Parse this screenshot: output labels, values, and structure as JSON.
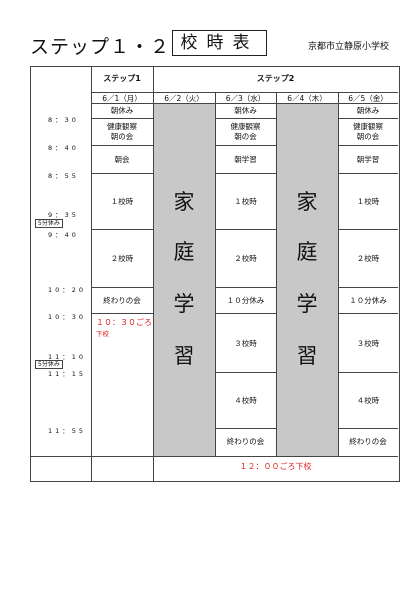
{
  "header": {
    "step_title": "ステップ１・２",
    "doc_title": "校時表",
    "school": "京都市立静原小学校"
  },
  "columns": {
    "step1_label": "ステップ1",
    "step2_label": "ステップ2"
  },
  "dates": [
    "6／1（月）",
    "6／2（火）",
    "6／3（水）",
    "6／4（木）",
    "6／5（金）"
  ],
  "times": [
    "8：30",
    "8：40",
    "8：55",
    "9：35",
    "9：40",
    "10：20",
    "10：30",
    "11：10",
    "11：15",
    "11：55"
  ],
  "breaks": [
    "5分休み",
    "5分休み"
  ],
  "mon": {
    "asa_yasumi": "朝休み",
    "health": "健康観察",
    "asa_no_kai": "朝の会",
    "chorei": "朝会",
    "p1": "１校時",
    "p2": "２校時",
    "end": "終わりの会",
    "dismiss_time": "１０：３０ごろ",
    "dismiss_label": "下校"
  },
  "home_study": [
    "家",
    "庭",
    "学",
    "習"
  ],
  "weds": {
    "asa_yasumi": "朝休み",
    "health": "健康観察",
    "asa_no_kai": "朝の会",
    "study": "朝学習",
    "p1": "１校時",
    "p2": "２校時",
    "rest": "１０分休み",
    "p3": "３校時",
    "p4": "４校時",
    "end": "終わりの会"
  },
  "fri": {
    "asa_yasumi": "朝休み",
    "health": "健康観察",
    "asa_no_kai": "朝の会",
    "study": "朝学習",
    "p1": "１校時",
    "p2": "２校時",
    "rest": "１０分休み",
    "p3": "３校時",
    "p4": "４校時",
    "end": "終わりの会"
  },
  "footer": {
    "dismissal": "１２：００ごろ下校"
  },
  "colors": {
    "gray": "#c8c8c8",
    "red": "#e02020"
  }
}
